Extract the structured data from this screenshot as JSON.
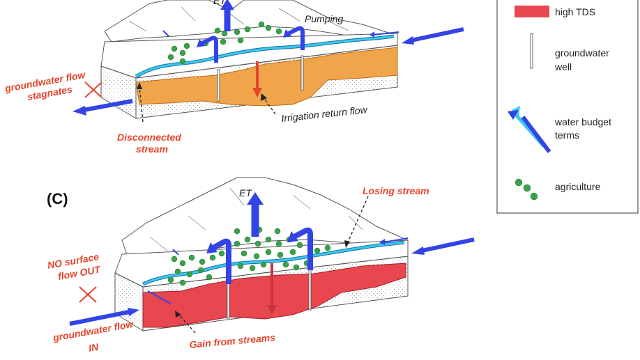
{
  "panel_b": {
    "et_label": "ET",
    "pumping_label": "Pumping",
    "gw_flow_label_line1": "groundwater flow",
    "gw_flow_label_line2": "stagnates",
    "disconnected_line1": "Disconnected",
    "disconnected_line2": "stream",
    "irrigation_label": "Irrigation return flow"
  },
  "panel_c": {
    "panel_label": "(C)",
    "et_label": "ET",
    "losing_label": "Losing stream",
    "no_surface_line1": "NO surface",
    "no_surface_line2": "flow OUT",
    "gw_in_line1": "groundwater flow",
    "gw_in_line2": "IN",
    "gain_label": "Gain from streams"
  },
  "legend": {
    "high_tds": "high TDS",
    "well_line1": "groundwater",
    "well_line2": "well",
    "budget_line1": "water budget",
    "budget_line2": "terms",
    "agriculture": "agriculture"
  },
  "colors": {
    "high_tds": "#e8474f",
    "aquifer_b": "#f0a54a",
    "stream": "#38c8f0",
    "budget_arrow": "#3344e6",
    "agriculture": "#3aa24a",
    "label_red": "#e8442c"
  }
}
